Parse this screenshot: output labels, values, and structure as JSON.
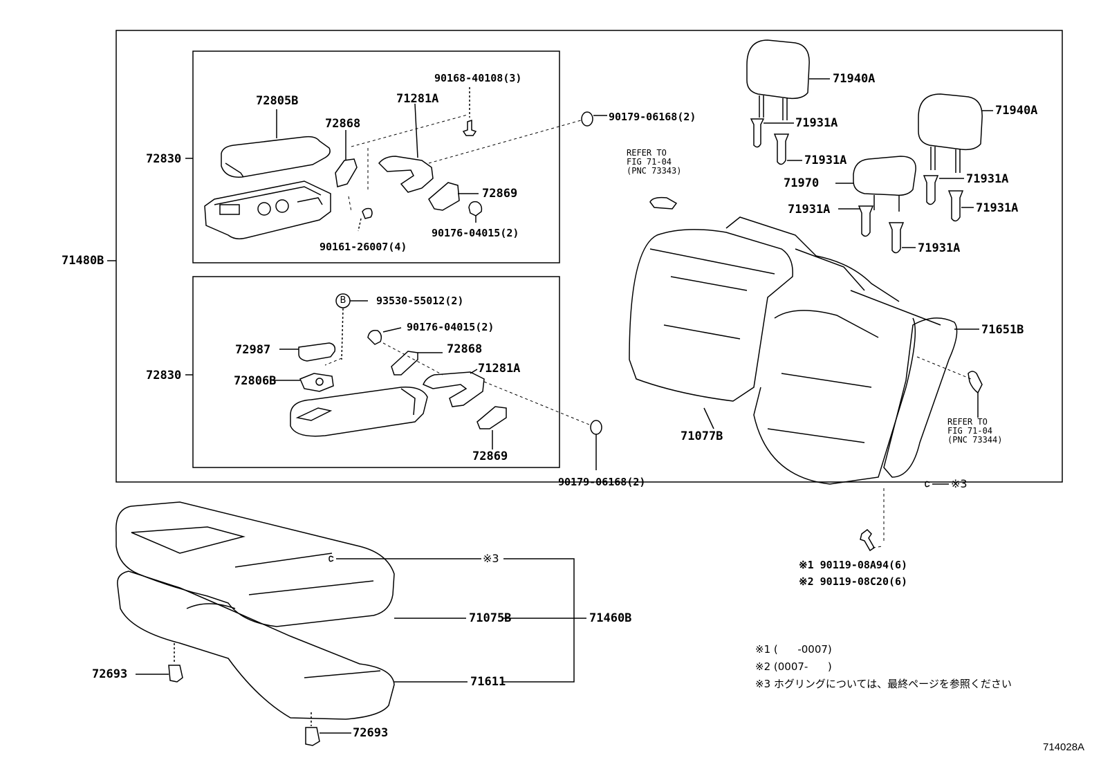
{
  "labels": {
    "l71480B": "71480B",
    "l72830a": "72830",
    "l72830b": "72830",
    "l72805B": "72805B",
    "l72868a": "72868",
    "l71281Aa": "71281A",
    "l90168": "90168-40108(3)",
    "l90179a": "90179-06168(2)",
    "l72869a": "72869",
    "l90176a": "90176-04015(2)",
    "l90161": "90161-26007(4)",
    "l93530": "93530-55012(2)",
    "l90176b": "90176-04015(2)",
    "l72987": "72987",
    "l72868b": "72868",
    "l72806B": "72806B",
    "l71281Ab": "71281A",
    "l72869b": "72869",
    "l90179b": "90179-06168(2)",
    "l71940A1": "71940A",
    "l71940A2": "71940A",
    "l71931A1": "71931A",
    "l71931A2": "71931A",
    "l71931A3": "71931A",
    "l71931A4": "71931A",
    "l71931A5": "71931A",
    "l71931A6": "71931A",
    "l71970": "71970",
    "l71651B": "71651B",
    "l71077B": "71077B",
    "l71075B": "71075B",
    "l71460B": "71460B",
    "l71611": "71611",
    "l72693a": "72693",
    "l72693b": "72693",
    "l90119a": "※1 90119-08A94(6)",
    "l90119b": "※2 90119-08C20(6)",
    "mark3a": "※3",
    "mark3b": "※3",
    "circleB": "B"
  },
  "refs": {
    "ref1": "REFER TO\nFIG 71-04\n(PNC 73343)",
    "ref2": "REFER TO\nFIG 71-04\n(PNC 73344)"
  },
  "notes": {
    "n1": "※1 (      -0007)",
    "n2": "※2 (0007-      )",
    "n3": "※3 ホグリングについては、最終ページを参照ください"
  },
  "figure_id": "714028A"
}
